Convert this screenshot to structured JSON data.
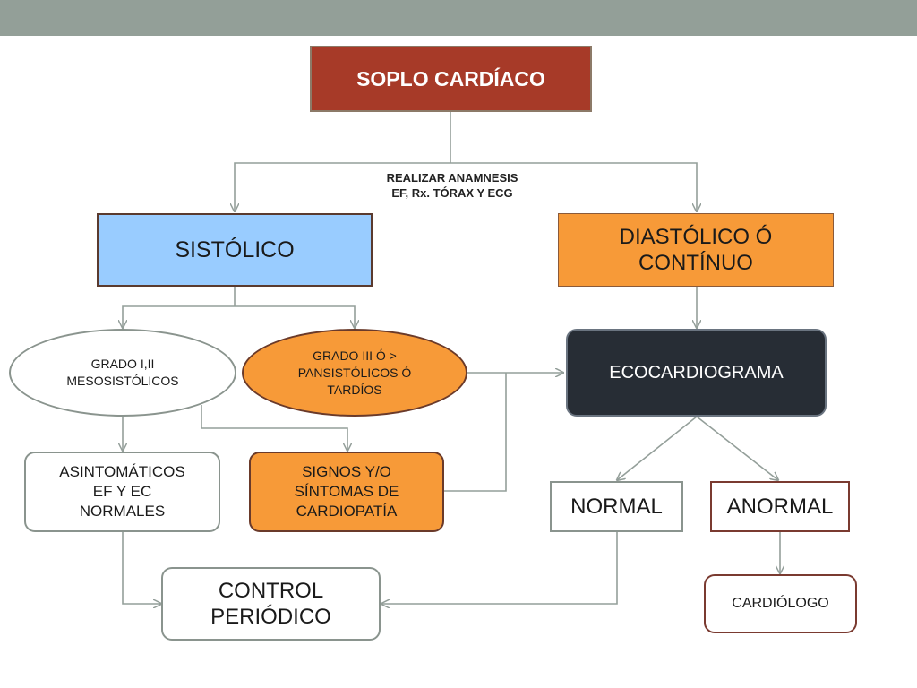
{
  "colors": {
    "header_bar": "#939f98",
    "soplo": "#a73a28",
    "sistolico": "#99ccff",
    "orange": "#f79a38",
    "eco": "#272d35",
    "border_dark": "#5a2e22",
    "border_grey": "#808a84",
    "connector": "#949f9a"
  },
  "nodes": {
    "soplo": "SOPLO CARDÍACO",
    "sistolico": "SISTÓLICO",
    "diastolico": "DIASTÓLICO Ó\nCONTÍNUO",
    "grado12": "GRADO I,II\nMESOSISTÓLICOS",
    "grado3": "GRADO III Ó >\nPANSISTÓLICOS Ó\nTARDÍOS",
    "eco": "ECOCARDIOGRAMA",
    "asintomaticos": "ASINTOMÁTICOS\nEF Y EC\nNORMALES",
    "signos": "SIGNOS Y/O\nSÍNTOMAS DE\nCARDIOPATÍA",
    "normal": "NORMAL",
    "anormal": "ANORMAL",
    "control": "CONTROL\nPERIÓDICO",
    "cardiologo": "CARDIÓLOGO"
  },
  "labels": {
    "realizar": "REALIZAR ANAMNESIS\nEF, Rx. TÓRAX Y ECG"
  }
}
